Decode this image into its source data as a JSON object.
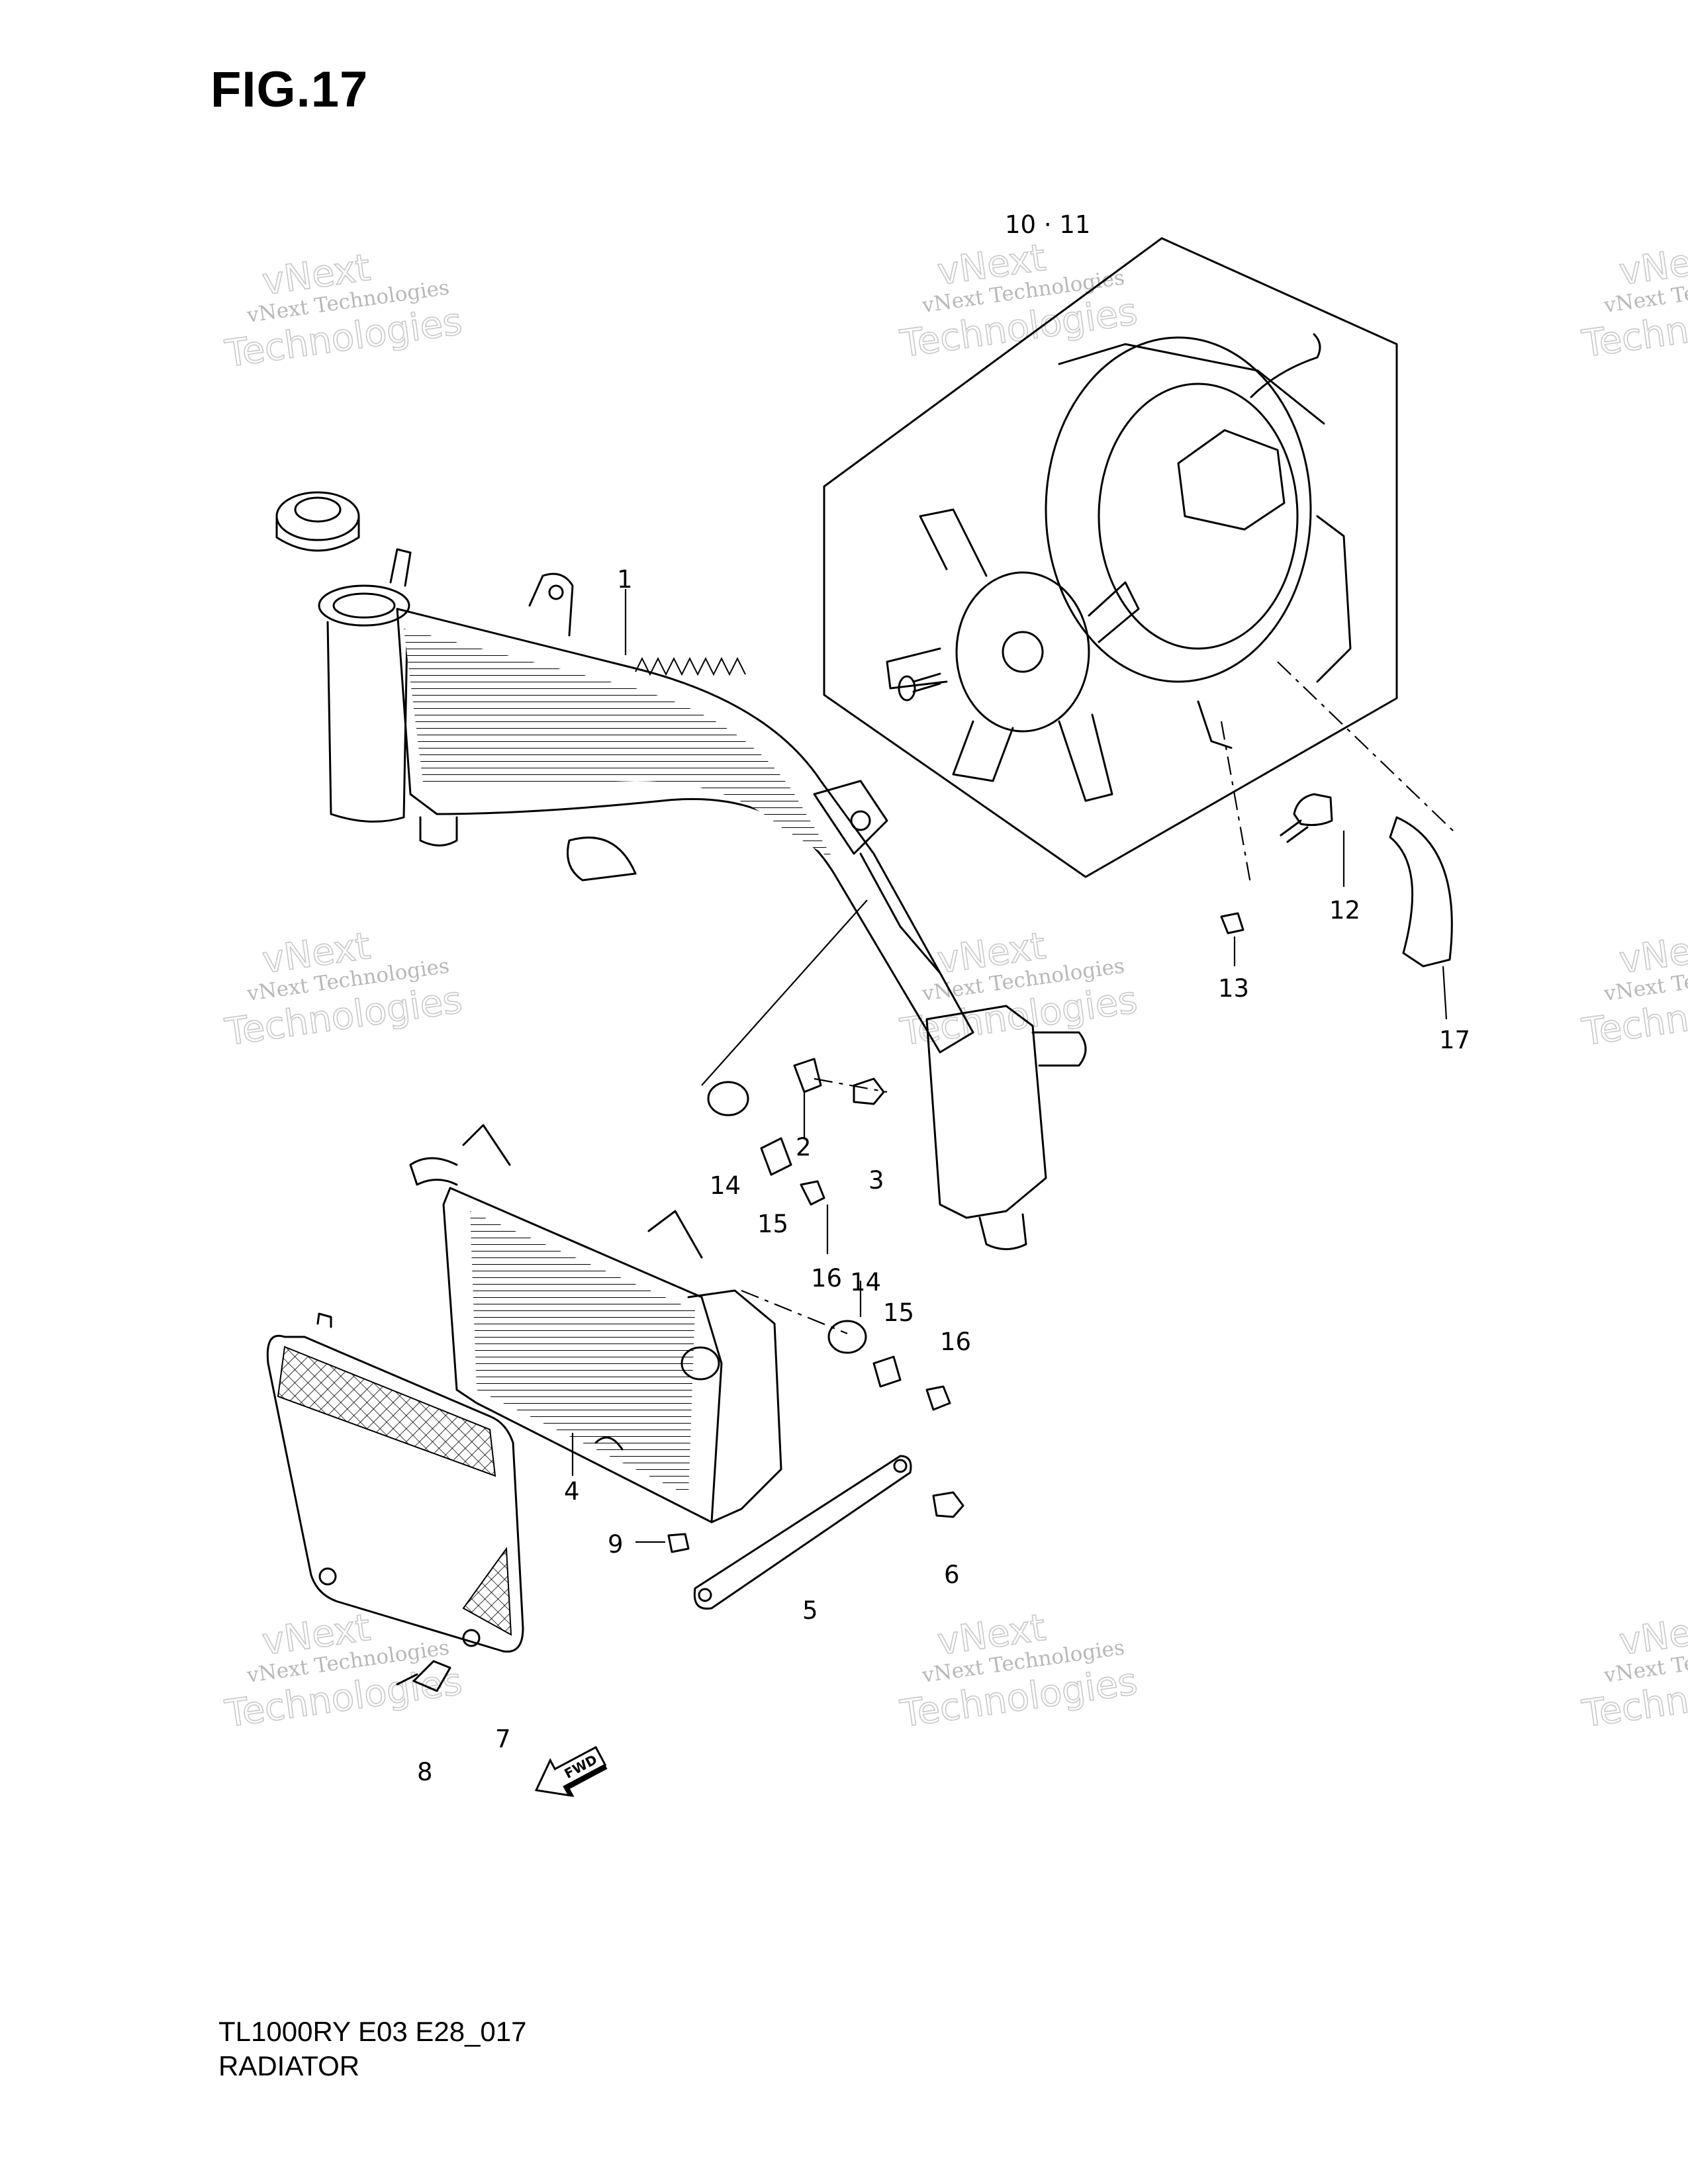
{
  "figure": {
    "title": "FIG.17"
  },
  "footer": {
    "model_code": "TL1000RY E03 E28_017",
    "section_name": "RADIATOR"
  },
  "watermark": {
    "line1": "vNext",
    "line2": "vNext Technologies",
    "line3": "Technologies"
  },
  "fwd_arrow": {
    "label": "FWD"
  },
  "callouts": [
    {
      "label": "1"
    },
    {
      "label": "2"
    },
    {
      "label": "3"
    },
    {
      "label": "4"
    },
    {
      "label": "5"
    },
    {
      "label": "6"
    },
    {
      "label": "7"
    },
    {
      "label": "8"
    },
    {
      "label": "9"
    },
    {
      "label": "10 · 11"
    },
    {
      "label": "12"
    },
    {
      "label": "13"
    },
    {
      "label": "14"
    },
    {
      "label": "15"
    },
    {
      "label": "16"
    },
    {
      "label": "14"
    },
    {
      "label": "15"
    },
    {
      "label": "16"
    },
    {
      "label": "17"
    }
  ]
}
